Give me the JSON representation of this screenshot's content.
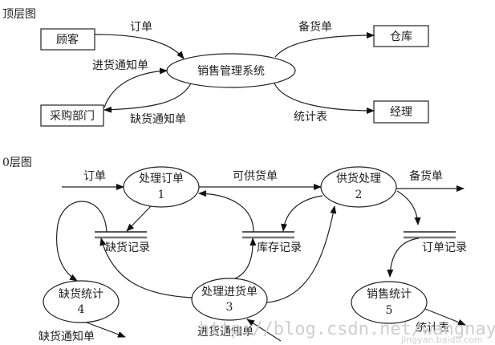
{
  "top_level": {
    "title": "顶层图",
    "entities": {
      "customer": "顾客",
      "purchasing": "采购部门",
      "warehouse": "仓库",
      "manager": "经理"
    },
    "process": "销售管理系统",
    "flows": {
      "order": "订单",
      "restock_notice": "进货通知单",
      "shortage_notice": "缺货通知单",
      "stock_list": "备货单",
      "stat_table": "统计表"
    }
  },
  "level0": {
    "title": "0层图",
    "processes": [
      {
        "name": "处理订单",
        "num": "1"
      },
      {
        "name": "供货处理",
        "num": "2"
      },
      {
        "name": "处理进货单",
        "num": "3"
      },
      {
        "name": "缺货统计",
        "num": "4"
      },
      {
        "name": "销售统计",
        "num": "5"
      }
    ],
    "stores": {
      "shortage": "缺货记录",
      "inventory": "库存记录",
      "orders": "订单记录"
    },
    "flows": {
      "order_in": "订单",
      "available_list": "可供货单",
      "stock_list": "备货单",
      "shortage_notice": "缺货通知单",
      "restock_notice": "进货通知单",
      "stat_table": "统计表"
    }
  },
  "watermark": {
    "url": "http://blog.csdn.net/wangnayu",
    "brand": "jingyan.baidu.com"
  }
}
